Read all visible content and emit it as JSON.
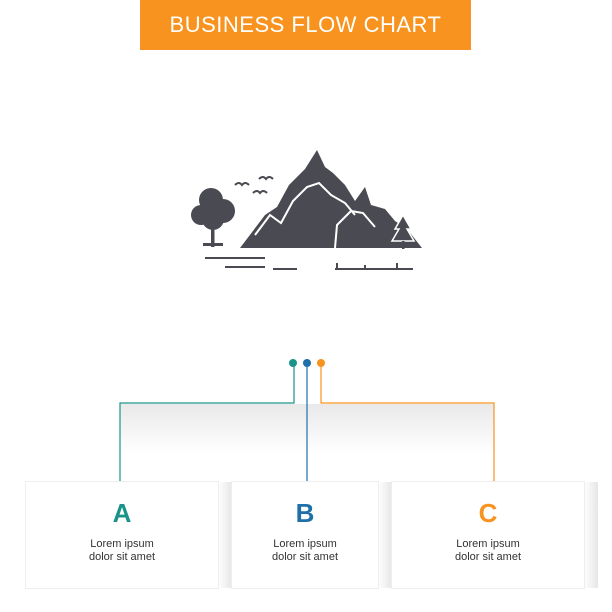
{
  "banner": {
    "title": "BUSINESS FLOW CHART"
  },
  "colors": {
    "banner": "#f7931e",
    "teal": "#1a9488",
    "blue": "#1f6fa8",
    "orange": "#f7931e",
    "icon": "#4a4a52"
  },
  "illustration": {
    "icon_name": "mountain-landscape-icon"
  },
  "steps": [
    {
      "letter": "A",
      "line1": "Lorem ipsum",
      "line2": "dolor sit amet",
      "color": "#1a9488"
    },
    {
      "letter": "B",
      "line1": "Lorem ipsum",
      "line2": "dolor sit amet",
      "color": "#1f6fa8"
    },
    {
      "letter": "C",
      "line1": "Lorem ipsum",
      "line2": "dolor sit amet",
      "color": "#f7931e"
    }
  ]
}
